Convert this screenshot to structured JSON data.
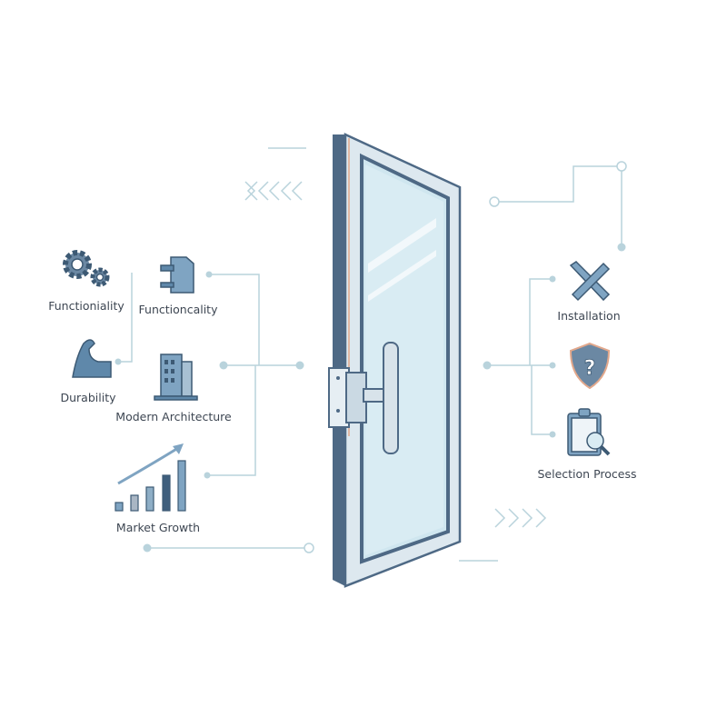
{
  "labels": {
    "functionality_1": "Functioniality",
    "functionality_2": "Functioncality",
    "durability": "Durability",
    "modern_architecture": "Modern Architecture",
    "market_growth": "Market Growth",
    "installation": "Installation",
    "selection_process": "Selection Process"
  },
  "colors": {
    "line": "#b9d3dc",
    "frame": "#5b7590",
    "glass": "#d9ecf3",
    "icon": "#5f88aa",
    "accent": "#e2a88c",
    "text": "#3d4652"
  }
}
